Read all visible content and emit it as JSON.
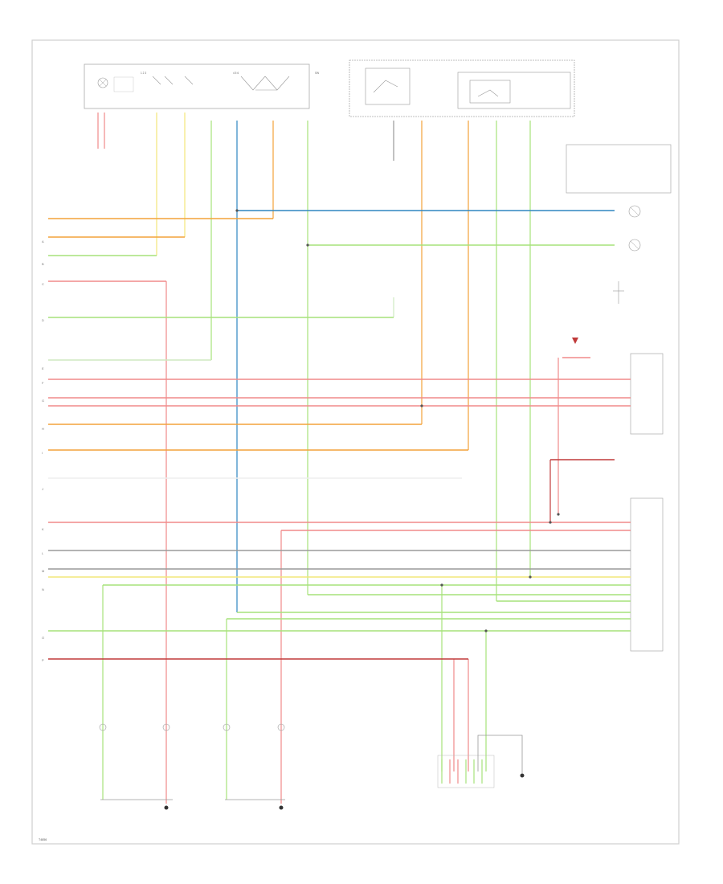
{
  "diagram": {
    "figure_id": "T4856",
    "left_marks": [
      "A",
      "B",
      "C",
      "D",
      "E",
      "F",
      "G",
      "H",
      "I",
      "J",
      "K",
      "L",
      "M",
      "N",
      "O",
      "P"
    ],
    "wire_colors": {
      "orange": "#f3a23a",
      "green": "#a6e27a",
      "red": "#f08a8a",
      "blue": "#2e86c1",
      "gray": "#9a9a9a",
      "yellow": "#f2e77a",
      "darkred": "#c03a3a",
      "black": "#222222"
    }
  }
}
